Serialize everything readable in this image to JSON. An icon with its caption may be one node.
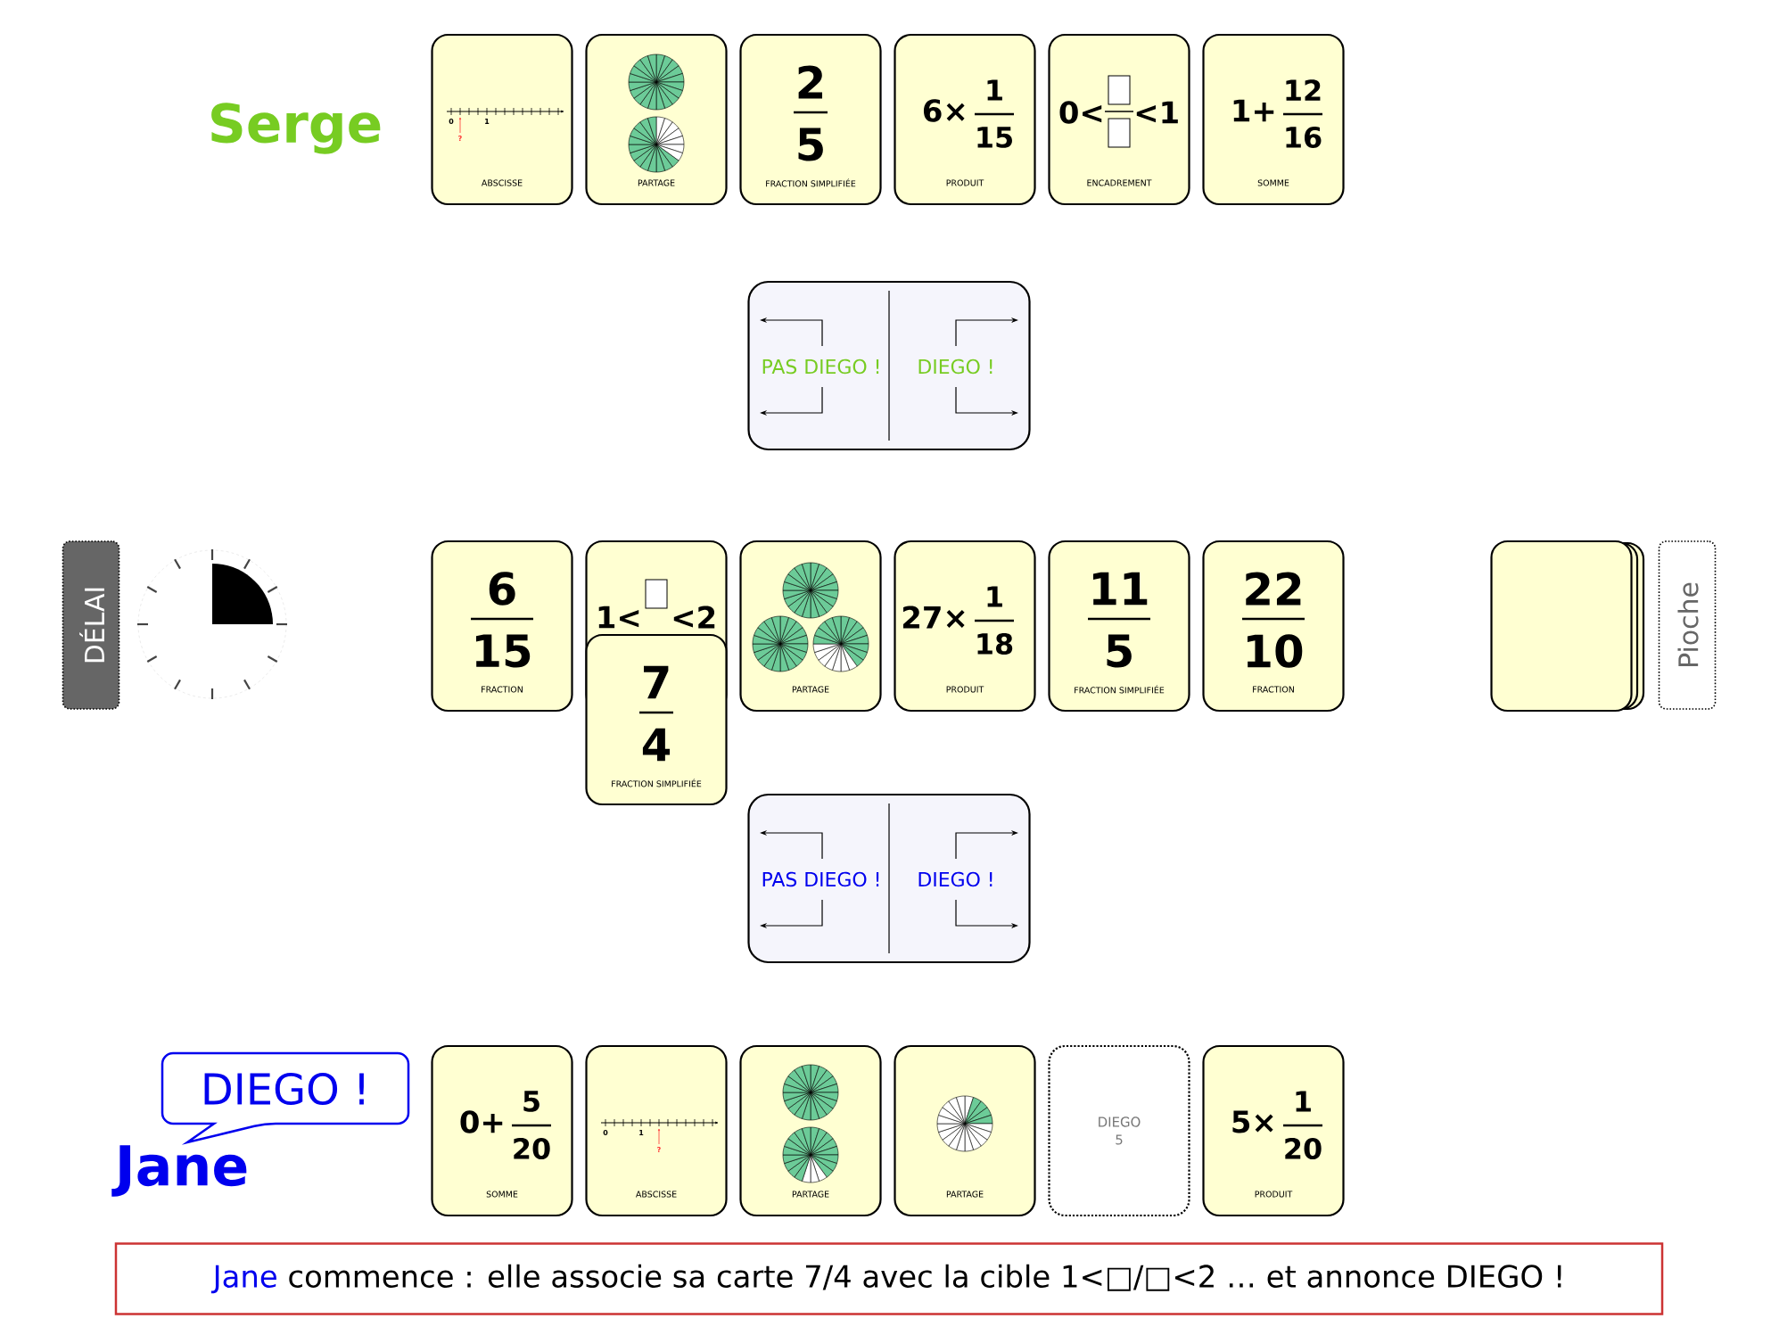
{
  "diagram": {
    "nodes": [
      {
        "text": [
          "0",
          "1",
          "?",
          "ABSCISSE"
        ]
      },
      {
        "text": [
          "PARTAGE"
        ]
      },
      {
        "text": [
          "2",
          "5",
          "FRACTION SIMPLIFIÉE"
        ]
      },
      {
        "text": [
          "6×",
          "1",
          "15",
          "PRODUIT"
        ]
      },
      {
        "text": [
          "0<",
          "<1",
          "ENCADREMENT"
        ]
      },
      {
        "text": [
          "1+",
          "12",
          "16",
          "SOMME"
        ]
      },
      {
        "text": [
          "PAS DIEGO !",
          "DIEGO !"
        ]
      },
      {
        "text": [
          "DÉLAI"
        ]
      },
      {
        "text": [
          "6",
          "15",
          "FRACTION"
        ]
      },
      {
        "text": [
          "1<",
          "<2"
        ]
      },
      {
        "text": [
          "7",
          "4",
          "FRACTION SIMPLIFIÉE"
        ]
      },
      {
        "text": [
          "PARTAGE"
        ]
      },
      {
        "text": [
          "27×",
          "1",
          "18",
          "PRODUIT"
        ]
      },
      {
        "text": [
          "11",
          "5",
          "FRACTION SIMPLIFIÉE"
        ]
      },
      {
        "text": [
          "22",
          "10",
          "FRACTION"
        ]
      },
      {
        "text": [],
        "shape": "box"
      },
      {
        "text": [
          "Pioche"
        ]
      },
      {
        "text": [
          "PAS DIEGO !",
          "DIEGO !"
        ]
      },
      {
        "text": [
          "DIEGO !"
        ]
      },
      {
        "text": [
          "0+",
          "5",
          "20",
          "SOMME"
        ]
      },
      {
        "text": [
          "0",
          "1",
          "?",
          "ABSCISSE"
        ]
      },
      {
        "text": [
          "PARTAGE"
        ]
      },
      {
        "text": [
          "PARTAGE"
        ]
      },
      {
        "text": [
          "DIEGO",
          "5"
        ]
      },
      {
        "text": [
          "5×",
          "1",
          "20",
          "PRODUIT"
        ]
      },
      {
        "text": [
          "Jane",
          "commence : elle associe sa carte 7/4 avec la cible 1<□/□<2 … et annonce DIEGO !"
        ]
      }
    ],
    "labels": [
      "Serge",
      "Jane"
    ]
  }
}
